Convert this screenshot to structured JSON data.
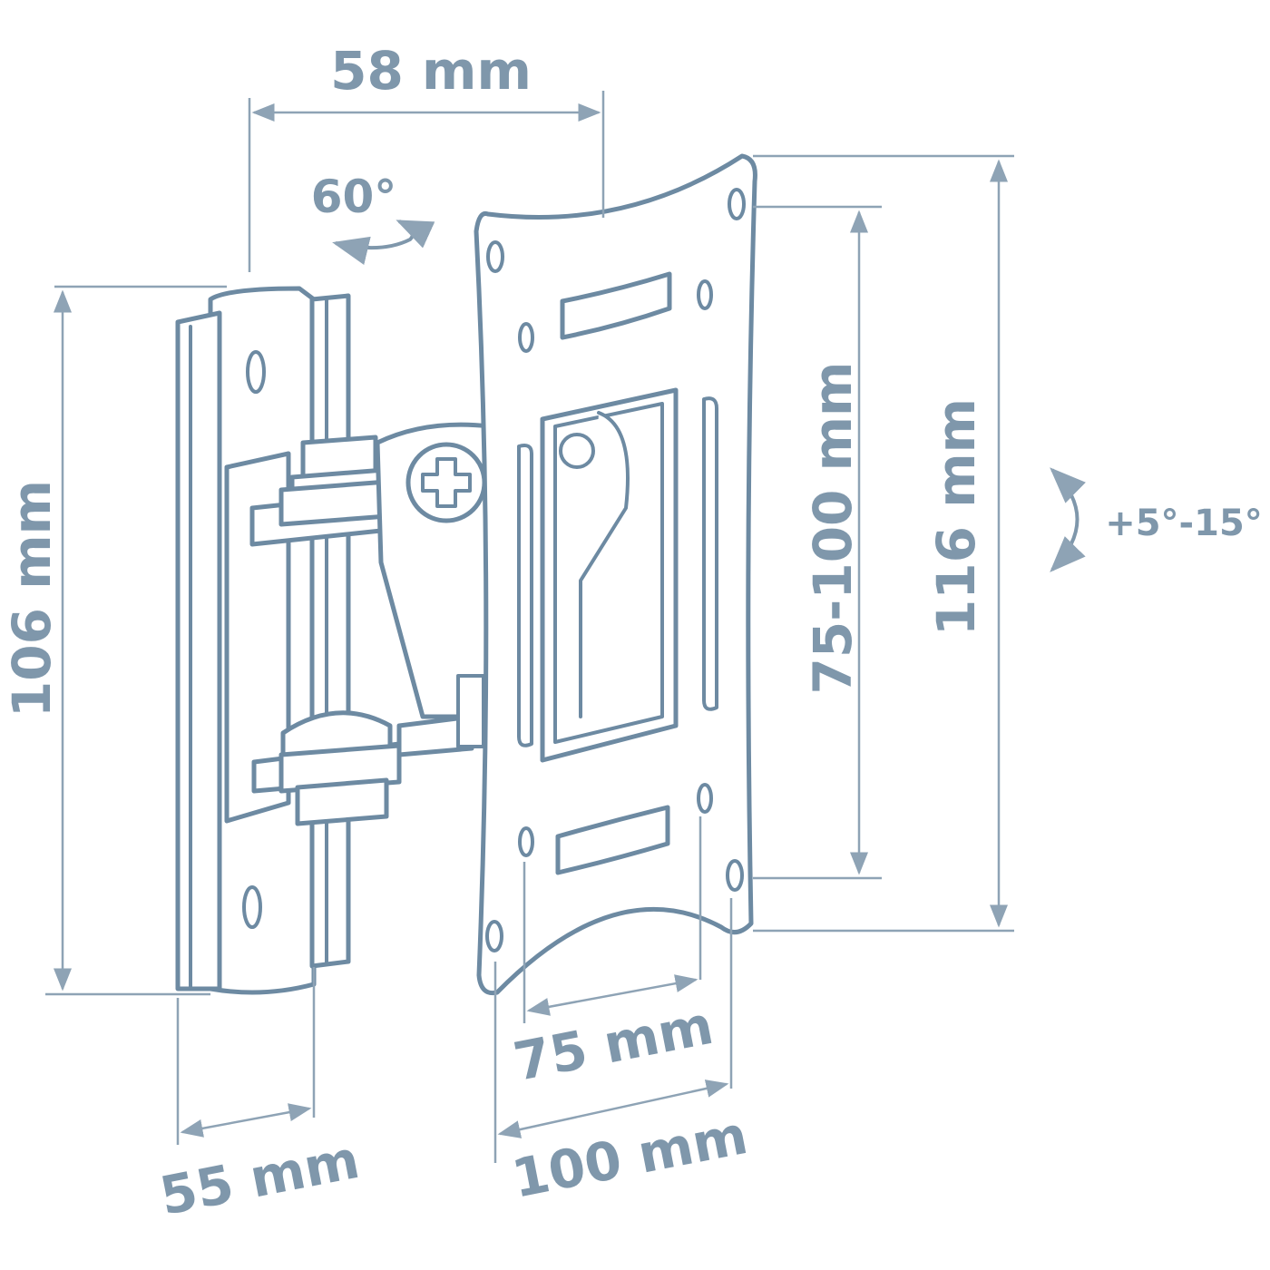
{
  "colors": {
    "line": "#6d8aa2",
    "dimension": "#8ea3b5",
    "text": "#7f97ab",
    "background": "#ffffff"
  },
  "labels": {
    "depth_label": "58 mm",
    "rotation_label": "60°",
    "plate_height_label": "116 mm",
    "vesa_vertical_label": "75-100 mm",
    "tilt_label": "+5°-15°",
    "wall_plate_height_label": "106 mm",
    "vesa_75_label": "75 mm",
    "vesa_100_label": "100 mm",
    "wall_plate_width_label": "55 mm"
  }
}
